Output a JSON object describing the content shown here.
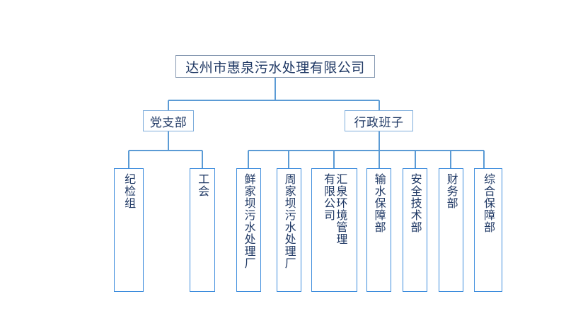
{
  "diagram": {
    "type": "org-chart",
    "title_text": "达州市惠泉污水处理有限公司",
    "background_color": "#FFFFFF",
    "colors": {
      "root_border": "#8497B0",
      "level2_border": "#7FAEDC",
      "leaf_border": "#3E8DDD",
      "connector": "#5B9BD5",
      "text": "#1F3864"
    },
    "root": {
      "label": "达州市惠泉污水处理有限公司"
    },
    "level2": [
      {
        "label": "党支部"
      },
      {
        "label": "行政班子"
      }
    ],
    "branch_party_children": [
      {
        "label": "纪检组"
      },
      {
        "label": "工会"
      }
    ],
    "branch_admin_children": [
      {
        "label": "鲜家坝污水处理厂"
      },
      {
        "label": "周家坝污水处理厂"
      },
      {
        "label": "汇泉环境管理",
        "label_second_column": "有限公司"
      },
      {
        "label": "输水保障部"
      },
      {
        "label": "安全技术部"
      },
      {
        "label": "财务部"
      },
      {
        "label": "综合保障部"
      }
    ]
  }
}
